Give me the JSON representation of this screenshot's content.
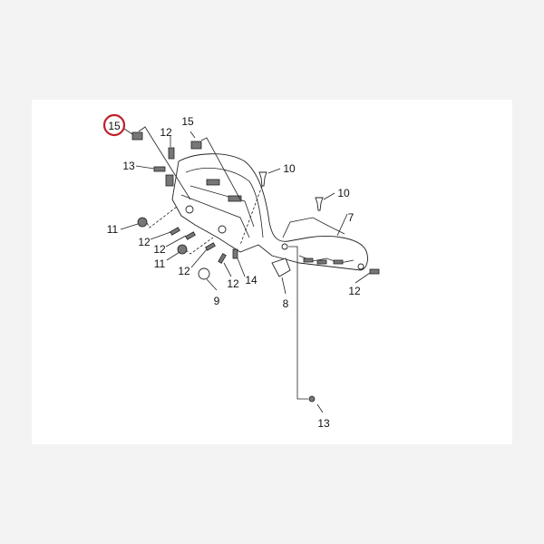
{
  "diagram": {
    "highlight_color": "#c0202a",
    "callouts": [
      {
        "label": "15",
        "highlighted": true
      },
      {
        "label": "15"
      },
      {
        "label": "12"
      },
      {
        "label": "13"
      },
      {
        "label": "10"
      },
      {
        "label": "10"
      },
      {
        "label": "7"
      },
      {
        "label": "11"
      },
      {
        "label": "12"
      },
      {
        "label": "12"
      },
      {
        "label": "11"
      },
      {
        "label": "12"
      },
      {
        "label": "12"
      },
      {
        "label": "14"
      },
      {
        "label": "9"
      },
      {
        "label": "8"
      },
      {
        "label": "12"
      },
      {
        "label": "13"
      }
    ]
  }
}
